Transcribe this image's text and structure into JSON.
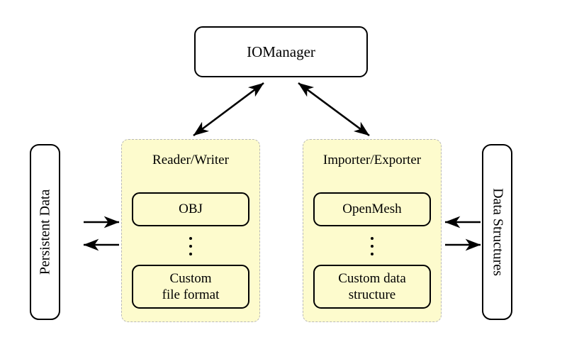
{
  "diagram": {
    "title": "IO architecture diagram",
    "background_color": "#ffffff",
    "panel_fill_color": "#fdfbcd",
    "panel_border_color": "#b9b9b9",
    "node_border_color": "#000000"
  },
  "manager": {
    "label": "IOManager"
  },
  "left_store": {
    "label": "Persistent Data"
  },
  "right_store": {
    "label": "Data Structures"
  },
  "panels": [
    {
      "id": "reader-writer",
      "title": "Reader/Writer",
      "top_item": "OBJ",
      "ellipsis": "⋮",
      "bottom_item_line1": "Custom",
      "bottom_item_line2": "file format"
    },
    {
      "id": "importer-exporter",
      "title": "Importer/Exporter",
      "top_item": "OpenMesh",
      "ellipsis": "⋮",
      "bottom_item_line1": "Custom data",
      "bottom_item_line2": "structure"
    }
  ],
  "connections": [
    {
      "id": "manager-to-reader-writer",
      "from": "IOManager",
      "to": "Reader/Writer",
      "style": "double-headed"
    },
    {
      "id": "manager-to-importer-exporter",
      "from": "IOManager",
      "to": "Importer/Exporter",
      "style": "double-headed"
    },
    {
      "id": "persistent-data-to-reader-writer",
      "from": "Persistent Data",
      "to": "Reader/Writer",
      "style": "single-headed"
    },
    {
      "id": "reader-writer-to-persistent-data",
      "from": "Reader/Writer",
      "to": "Persistent Data",
      "style": "single-headed"
    },
    {
      "id": "data-structures-to-importer-exporter",
      "from": "Data Structures",
      "to": "Importer/Exporter",
      "style": "single-headed"
    },
    {
      "id": "importer-exporter-to-data-structures",
      "from": "Importer/Exporter",
      "to": "Data Structures",
      "style": "single-headed"
    }
  ]
}
